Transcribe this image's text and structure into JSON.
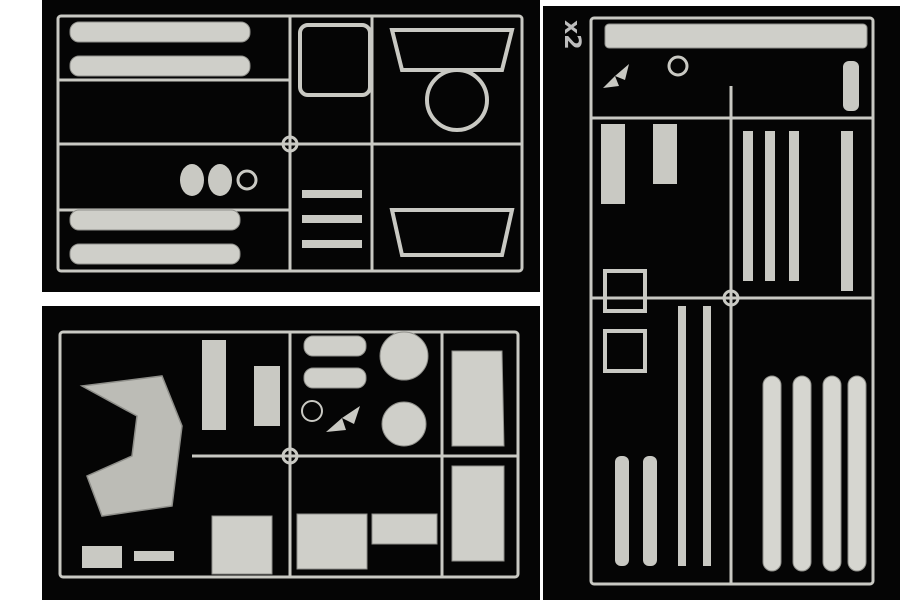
{
  "image": {
    "panels": [
      {
        "id": "top-left",
        "subject": "sprue-frame-with-hull-tube-parts"
      },
      {
        "id": "bottom-left",
        "subject": "sprue-frame-with-conning-tower-parts"
      },
      {
        "id": "right",
        "subject": "sprue-frame-with-torpedo-parts"
      }
    ],
    "quantity_marking": "x2",
    "colors": {
      "background": "#050505",
      "plastic": "#c9c9c3",
      "plastic_shadow": "#8f8f8a",
      "page": "#ffffff"
    }
  }
}
